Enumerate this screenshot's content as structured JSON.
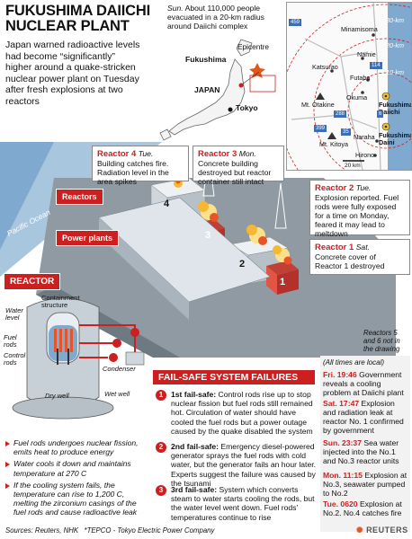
{
  "title": {
    "line1": "FUKUSHIMA DAIICHI",
    "line2": "NUCLEAR PLANT"
  },
  "intro": "Japan warned radioactive levels had become “significantly” higher around a quake-stricken nuclear power plant on Tuesday after fresh explosions at two reactors",
  "sun_note": {
    "day": "Sun.",
    "text": "About 110,000 people evacuated in a 20-km radius around Daiichi complex"
  },
  "map": {
    "epicentre": "Epicentre",
    "fukushima": "Fukushima",
    "japan": "JAPAN",
    "tokyo": "Tokyo",
    "towns": {
      "minamisoma": "Minamisoma",
      "namie": "Namie",
      "katsurao": "Katsurao",
      "futaba": "Futaba",
      "okuma": "Okuma",
      "naraha": "Naraha",
      "hirono": "Hirono",
      "mt_otakine": "Mt. Otakine",
      "mt_kitoya": "Mt. Kitoya"
    },
    "plants": {
      "daiichi": "Fukushima Daiichi",
      "daini": "Fukushima Daini"
    },
    "rings": {
      "r30": "30-km",
      "r20": "20-km",
      "r10": "10-km"
    },
    "roads": {
      "r459": "459",
      "r114": "114",
      "r6": "6",
      "r288": "288",
      "r399": "399",
      "r35": "35"
    },
    "scale": "20 km"
  },
  "reactors": {
    "r4": {
      "name": "Reactor 4",
      "day": "Tue.",
      "text": "Building catches fire. Radiation level in the area spikes"
    },
    "r3": {
      "name": "Reactor 3",
      "day": "Mon.",
      "text": "Concrete building destroyed but reactor container still intact"
    },
    "r2": {
      "name": "Reactor 2",
      "day": "Tue.",
      "text": "Explosion reported. Fuel rods were fully exposed for a time on Monday, feared it may lead to meltdown"
    },
    "r1": {
      "name": "Reactor 1",
      "day": "Sat.",
      "text": "Concrete cover of Reactor 1 destroyed"
    }
  },
  "scene": {
    "reactors_tag": "Reactors",
    "power_plants_tag": "Power plants",
    "pacific_ocean": "Pacific Ocean",
    "numbers": [
      "1",
      "2",
      "3",
      "4"
    ],
    "reactors_note": "Reactors 5 and 6 not in the drawing"
  },
  "reactor_section": {
    "tag": "REACTOR",
    "labels": {
      "containment": "Containment structure",
      "water_level": "Water level",
      "fuel_rods": "Fuel rods",
      "control_rods": "Control rods",
      "condenser": "Condenser",
      "dry_well": "Dry well",
      "wet_well": "Wet well"
    },
    "bullets": [
      "Fuel rods undergoes nuclear fission, emits heat to produce energy",
      "Water cools it down and maintains temperature at 270 C",
      "If the cooling system fails, the temperature can rise to 1,200 C, melting the zirconium casings of the fuel rods and cause radioactive leak"
    ]
  },
  "failsafe": {
    "heading": "FAIL-SAFE SYSTEM FAILURES",
    "items": [
      {
        "num": "1",
        "head": "1st fail-safe:",
        "text": "Control rods rise up to stop nuclear fission but fuel rods still remained hot. Circulation of water should have cooled the fuel rods but a power outage caused by the quake disabled the system"
      },
      {
        "num": "2",
        "head": "2nd fail-safe:",
        "text": "Emergency diesel-powered generator sprays the fuel rods with cold water, but the generator fails an hour later. Experts suggest the failure was caused by the tsunami"
      },
      {
        "num": "3",
        "head": "3rd fail-safe:",
        "text": "System which converts steam to water starts cooling the rods, but the water level went down. Fuel rods’ temperatures continue to rise"
      }
    ]
  },
  "timeline": {
    "note": "(All times are local)",
    "items": [
      {
        "time": "Fri. 19:46",
        "text": "Government reveals a cooling problem at Daiichi plant"
      },
      {
        "time": "Sat. 17:47",
        "text": "Explosion and radiation leak at reactor No. 1 confirmed by government"
      },
      {
        "time": "Sun. 23:37",
        "text": "Sea water injected into the No.1 and No.3 reactor units"
      },
      {
        "time": "Mon. 11:15",
        "text": "Explosion at No.3, seawater pumped to No.2"
      },
      {
        "time": "Tue. 0620",
        "text": "Explosion at No.2. No.4 catches fire"
      }
    ]
  },
  "footer": {
    "sources": "Sources: Reuters, NHK   *TEPCO - Tokyo Electric Power Company",
    "brand": "REUTERS"
  },
  "colors": {
    "accent": "#cc1f1f",
    "sea": "#7fa9cf",
    "building": "#cfd6dc"
  }
}
